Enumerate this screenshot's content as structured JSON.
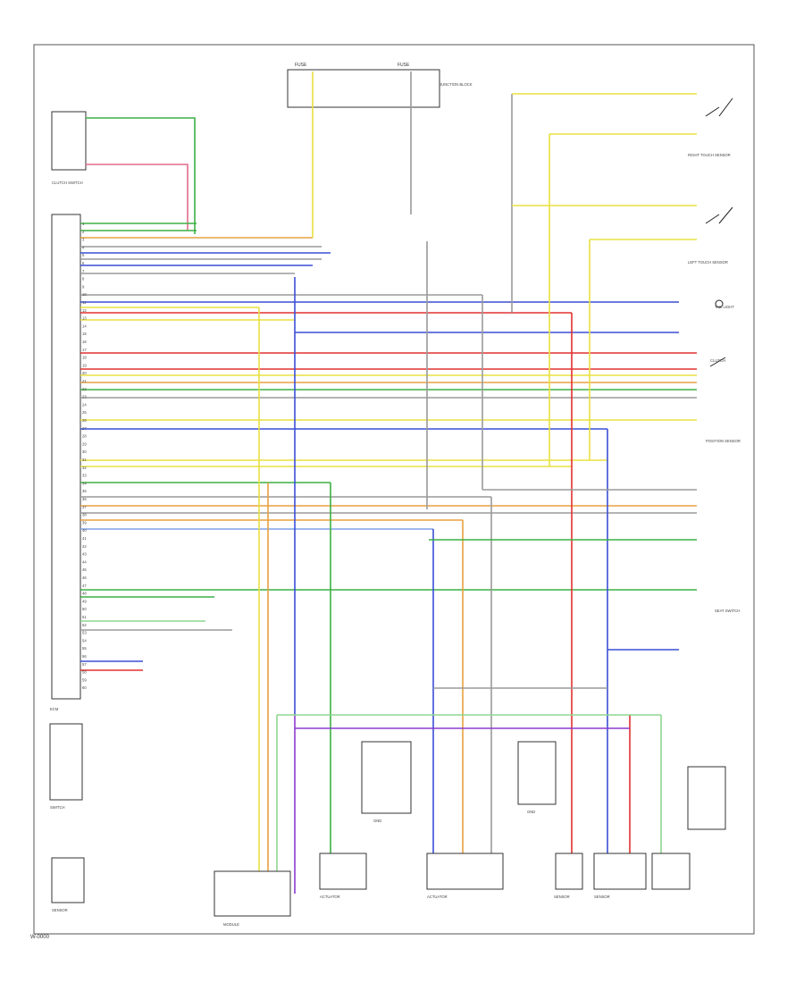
{
  "page": {
    "footer_code": "W-0000"
  },
  "colors": {
    "green": "#3cb043",
    "lt_green": "#8fd68f",
    "yellow": "#e8e040",
    "red": "#e23030",
    "pink": "#e36d8a",
    "blue": "#3a4fd6",
    "lt_blue": "#7fa0e8",
    "violet": "#8a3ccf",
    "gray": "#9a9a9a",
    "black": "#222222",
    "orange": "#e8a040",
    "brown": "#a07040"
  },
  "components": {
    "top_fuse_left": "FUSE",
    "top_fuse_right": "FUSE",
    "top_junction": "JUNCTION BLOCK",
    "cluster_switch": "CLUTCH SWITCH",
    "right_touch_sensor": "RIGHT TOUCH SENSOR",
    "left_touch_sensor": "LEFT TOUCH SENSOR",
    "tail_light": "TAIL LIGHT",
    "clutch": "CLUTCH",
    "position_sensor": "POSITION SENSOR",
    "seat_switch": "SEAT SWITCH",
    "ecm": "ECM",
    "bottom_switch_left": "SWITCH",
    "bottom_module": "MODULE",
    "actuator_1": "ACTUATOR",
    "actuator_2": "ACTUATOR",
    "sensor_a": "SENSOR",
    "sensor_b": "SENSOR",
    "sensor_c": "SENSOR",
    "ground_1": "GND",
    "ground_2": "GND"
  },
  "connector_pins": [
    "1",
    "2",
    "3",
    "4",
    "5",
    "6",
    "7",
    "8",
    "9",
    "10",
    "11",
    "12",
    "13",
    "14",
    "15",
    "16",
    "17",
    "18",
    "19",
    "20",
    "21",
    "22",
    "23",
    "24",
    "25",
    "26",
    "27",
    "28",
    "29",
    "30",
    "31",
    "32",
    "33",
    "34",
    "35",
    "36",
    "37",
    "38",
    "39",
    "40",
    "41",
    "42",
    "43",
    "44",
    "45",
    "46",
    "47",
    "48",
    "49",
    "50",
    "51",
    "52",
    "53",
    "54",
    "55",
    "56",
    "57",
    "58",
    "59",
    "60"
  ]
}
